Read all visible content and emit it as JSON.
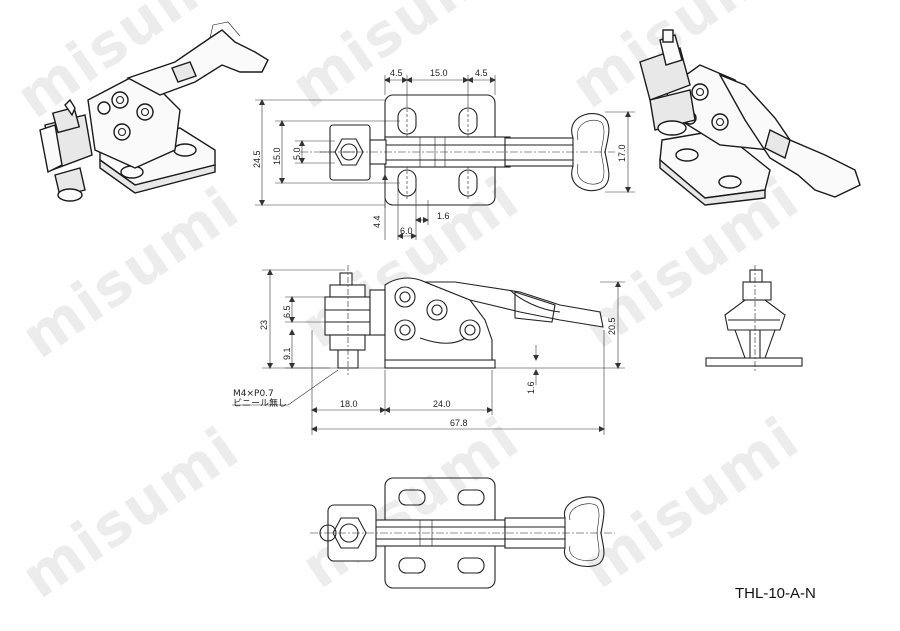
{
  "watermark_text": "misumi",
  "part_number": "THL-10-A-N",
  "top_view": {
    "dim_gap_left": "4.5",
    "dim_hole_pitch": "15.0",
    "dim_gap_right": "4.5",
    "dim_height_outer": "24.5",
    "dim_height_inner": "15.0",
    "dim_height_small": "5.0",
    "dim_handle_width": "17.0",
    "dim_slot_width": "4.4",
    "dim_slot_offset": "1.6",
    "dim_slot_pitch": "6.0"
  },
  "side_view": {
    "dim_total_height": "23",
    "dim_upper": "6.5",
    "dim_lower": "9.1",
    "dim_handle_height": "20.5",
    "dim_base_thickness": "1.6",
    "dim_plunger": "18.0",
    "dim_base_length": "24.0",
    "dim_overall_length": "67.8",
    "thread_note_line1": "M4×P0.7",
    "thread_note_line2": "ビニール無し"
  }
}
